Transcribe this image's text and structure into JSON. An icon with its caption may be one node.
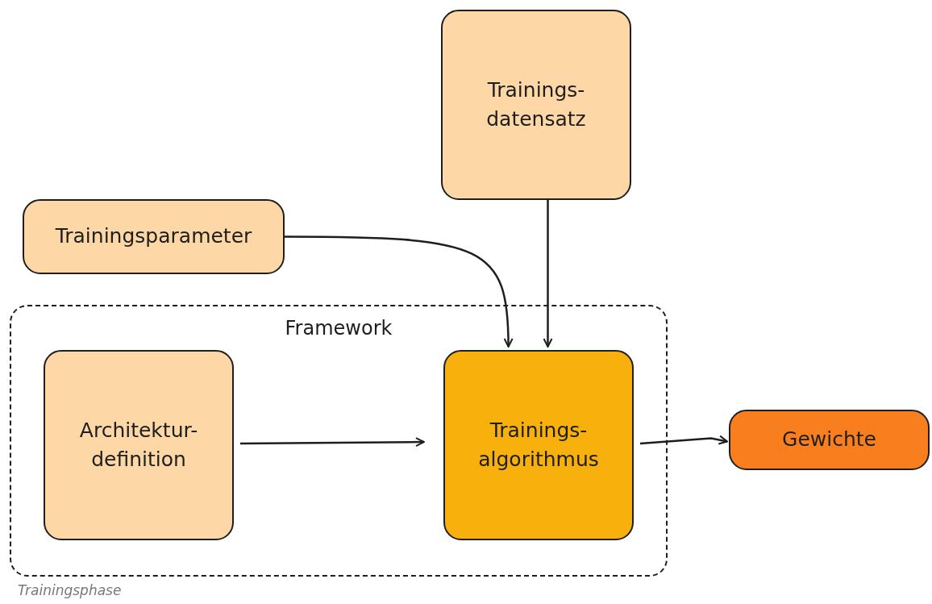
{
  "diagram": {
    "caption": "Trainingsphase",
    "nodes": [
      {
        "text": [
          "Trainings- datensatz"
        ]
      },
      {
        "text": [
          "Trainingsparameter"
        ]
      },
      {
        "text": [
          "Framework"
        ]
      },
      {
        "text": [
          "Architektur- definition"
        ],
        "in": 2
      },
      {
        "text": [
          "Trainings- algorithmus"
        ],
        "in": 2
      },
      {
        "text": [
          "Gewichte"
        ]
      }
    ],
    "edges": [
      {
        "from": 1,
        "to": 4,
        "arrow": "to"
      },
      {
        "from": 0,
        "to": 4,
        "arrow": "to"
      },
      {
        "from": 3,
        "to": 4,
        "arrow": "to"
      },
      {
        "from": 4,
        "to": 5,
        "arrow": "to"
      }
    ]
  }
}
